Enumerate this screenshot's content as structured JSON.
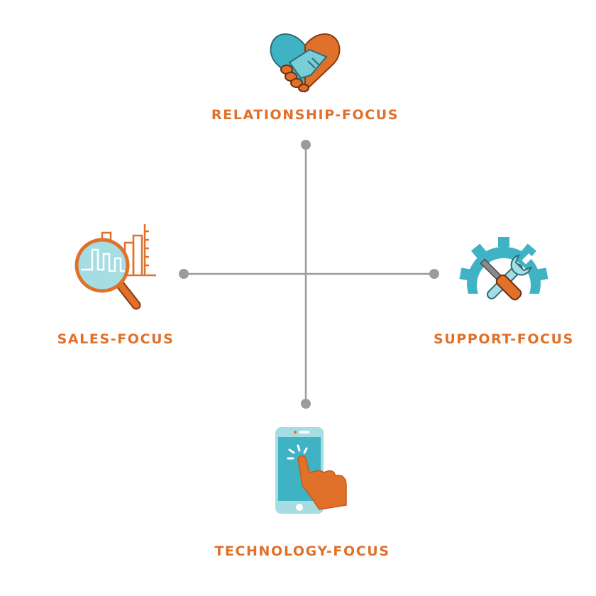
{
  "quadrants": {
    "top": {
      "label": "RELATIONSHIP-FOCUS",
      "icon": "handshake-heart-icon"
    },
    "left": {
      "label": "SALES-FOCUS",
      "icon": "magnifier-chart-icon"
    },
    "right": {
      "label": "SUPPORT-FOCUS",
      "icon": "gear-tools-icon"
    },
    "bottom": {
      "label": "TECHNOLOGY-FOCUS",
      "icon": "smartphone-tap-icon"
    }
  },
  "colors": {
    "accent": "#e0702a",
    "teal": "#3fb3c3",
    "light_teal": "#a5dde3",
    "axis": "#9b9b9b",
    "dark": "#5a5a5a"
  }
}
